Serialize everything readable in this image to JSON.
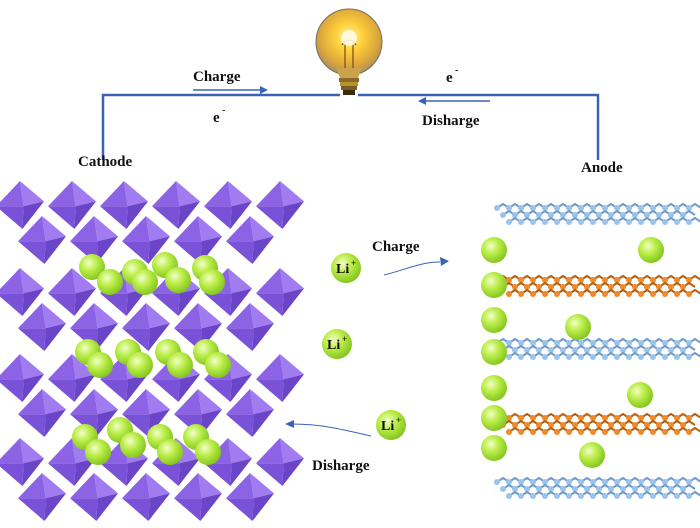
{
  "labels": {
    "charge_top": "Charge",
    "electron_top_left": "e",
    "electron_top_right": "e",
    "electron_sup": "-",
    "discharge_top": "Disharge",
    "cathode": "Cathode",
    "anode": "Anode",
    "charge_mid": "Charge",
    "discharge_bottom": "Disharge"
  },
  "ions": [
    {
      "text": "Li",
      "sup": "+"
    },
    {
      "text": "Li",
      "sup": "+"
    },
    {
      "text": "Li",
      "sup": "+"
    }
  ],
  "colors": {
    "wire": "#3a63b8",
    "octahedron": "#8d63e6",
    "octahedron_dark": "#6a45c8",
    "lithium": "#a8e23a",
    "graphite_blue": "#8db9e6",
    "graphite_orange": "#e07a1a",
    "arrow": "#3a63b8"
  },
  "icons": {
    "bulb": "light-bulb-icon"
  }
}
